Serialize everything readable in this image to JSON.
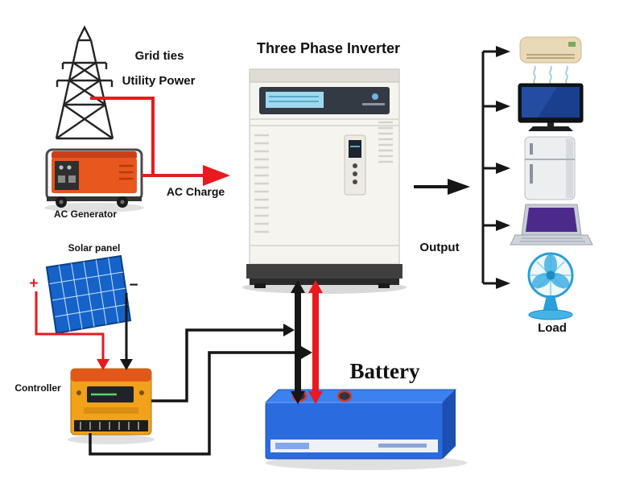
{
  "title": "Three Phase Inverter",
  "labels": {
    "grid_ties": "Grid ties",
    "utility_power": "Utility Power",
    "ac_generator": "AC Generator",
    "ac_charge": "AC Charge",
    "solar_panel": "Solar panel",
    "plus": "+",
    "minus": "−",
    "controller": "Controller",
    "battery": "Battery",
    "output": "Output",
    "load": "Load"
  },
  "colors": {
    "wire_red": "#e8191f",
    "wire_black": "#161616",
    "solar_blue": "#1563c8",
    "controller_orange": "#f2a11a",
    "battery_blue": "#2a6be0",
    "generator_orange": "#e8571e",
    "inverter_body": "#f5f4ef",
    "fan_blue": "#2a9fd8",
    "laptop_purple": "#4b2a8c",
    "tv_navy": "#1b3f8f"
  }
}
